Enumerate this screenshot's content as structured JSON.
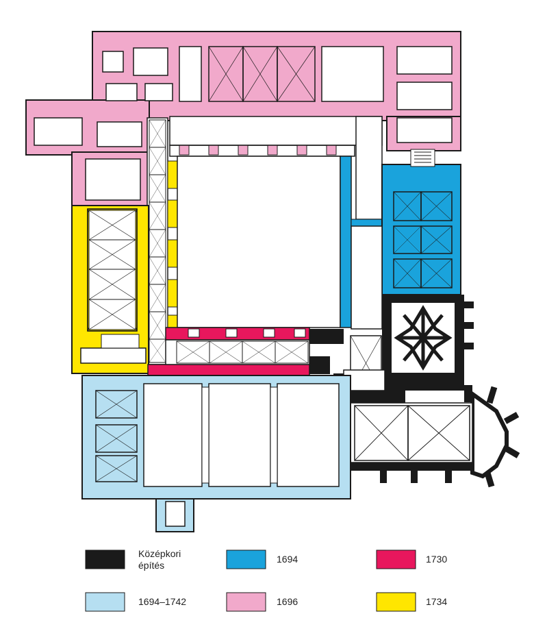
{
  "colors": {
    "medieval": "#1a1a1a",
    "c1694": "#1aa3dc",
    "c1730": "#e8175d",
    "c1694_1742": "#b6dff1",
    "c1696": "#f1a9cb",
    "c1734": "#ffe600",
    "wall_line": "#1a1a1a",
    "room_fill": "#ffffff"
  },
  "legend": [
    {
      "key": "medieval",
      "label": "Középkori\népítés"
    },
    {
      "key": "c1694",
      "label": "1694"
    },
    {
      "key": "c1730",
      "label": "1730"
    },
    {
      "key": "c1694_1742",
      "label": "1694–1742"
    },
    {
      "key": "c1696",
      "label": "1696"
    },
    {
      "key": "c1734",
      "label": "1734"
    }
  ]
}
